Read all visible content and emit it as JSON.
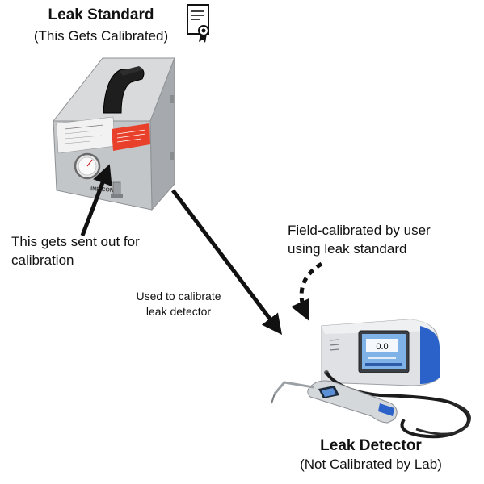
{
  "leak_standard": {
    "title": "Leak Standard",
    "subtitle": "(This Gets Calibrated)",
    "brand_text": "INFICON"
  },
  "leak_detector": {
    "title": "Leak Detector",
    "subtitle": "(Not Calibrated by Lab)",
    "screen_value": "0.0"
  },
  "labels": {
    "sent_out": [
      "This gets sent out for",
      "calibration"
    ],
    "used_to_calibrate": [
      "Used to calibrate",
      "leak detector"
    ],
    "field_calibrated": [
      "Field-calibrated by user",
      "using leak standard"
    ]
  },
  "icons": {
    "certificate": "certificate-icon"
  },
  "colors": {
    "arrow": "#111111",
    "case_gray": "#b9bcbf",
    "red_label": "#e8402a",
    "detector_blue": "#2a62c9"
  }
}
